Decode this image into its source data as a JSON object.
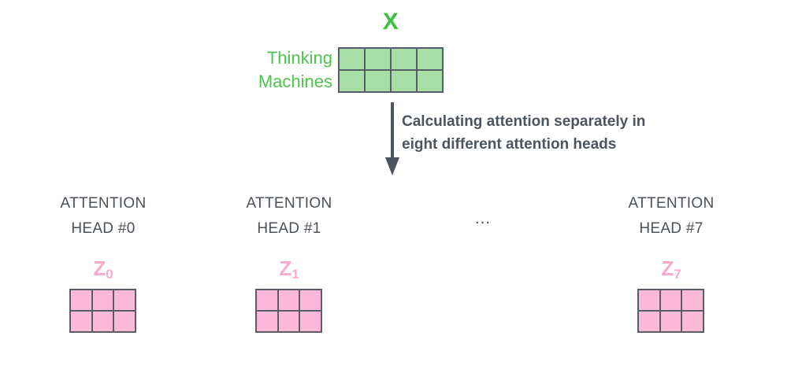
{
  "diagram": {
    "title": "Multi-head attention: splitting input X into eight attention heads",
    "input": {
      "matrix_label": "X",
      "row_labels": [
        "Thinking",
        "Machines"
      ],
      "matrix": {
        "rows": 2,
        "cols": 4,
        "fill_color": "#a6dea6",
        "border_color": "#585e69"
      }
    },
    "transition": {
      "arrow_icon": "down-arrow-icon",
      "caption_line1": "Calculating attention separately in",
      "caption_line2": "eight different attention heads"
    },
    "ellipsis": "…",
    "heads": [
      {
        "title_line1": "ATTENTION",
        "title_line2": "HEAD #0",
        "output_label": "Z",
        "output_subscript": "0",
        "matrix": {
          "rows": 2,
          "cols": 3,
          "fill_color": "#fbb8d8",
          "border_color": "#585e69"
        }
      },
      {
        "title_line1": "ATTENTION",
        "title_line2": "HEAD #1",
        "output_label": "Z",
        "output_subscript": "1",
        "matrix": {
          "rows": 2,
          "cols": 3,
          "fill_color": "#fbb8d8",
          "border_color": "#585e69"
        }
      },
      {
        "title_line1": "ATTENTION",
        "title_line2": "HEAD #7",
        "output_label": "Z",
        "output_subscript": "7",
        "matrix": {
          "rows": 2,
          "cols": 3,
          "fill_color": "#fbb8d8",
          "border_color": "#585e69"
        }
      }
    ],
    "colors": {
      "green_text": "#4ec44e",
      "green_bold": "#3fc13f",
      "green_fill": "#a6dea6",
      "pink_fill": "#fbb8d8",
      "pink_text": "#faaacf",
      "slate_text": "#4a5159",
      "caption_text": "#4c545e",
      "border": "#585e69",
      "background": "#ffffff"
    }
  }
}
